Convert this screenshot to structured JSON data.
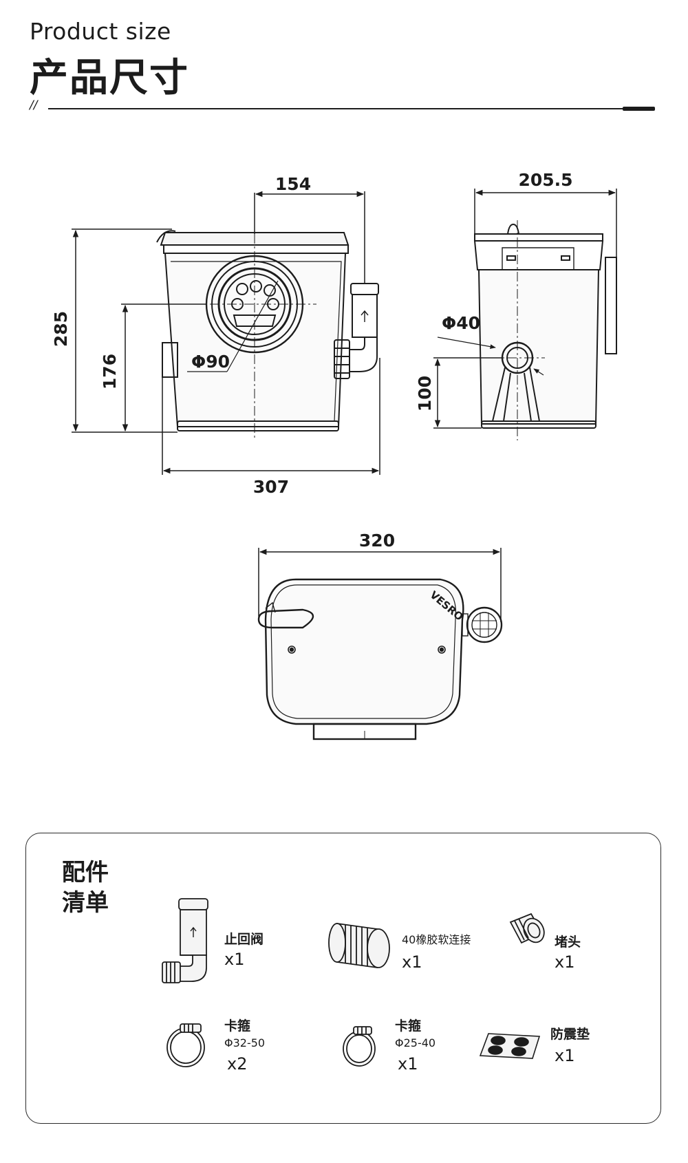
{
  "header": {
    "title_en": "Product size",
    "title_cn": "产品尺寸",
    "mark": "//"
  },
  "dimensions": {
    "front_top": "154",
    "front_height": "285",
    "front_inlet_height": "176",
    "front_inlet_diameter": "Φ90",
    "front_width": "307",
    "side_width": "205.5",
    "side_outlet_diameter": "Φ40",
    "side_outlet_height": "100",
    "top_width": "320"
  },
  "brand_mark": "VESRO",
  "accessories": {
    "title_line1": "配件",
    "title_line2": "清单",
    "items": [
      {
        "label": "止回阀",
        "qty": "x1"
      },
      {
        "label": "40橡胶软连接",
        "qty": "x1"
      },
      {
        "label": "堵头",
        "qty": "x1"
      },
      {
        "label": "卡箍",
        "spec": "Φ32-50",
        "qty": "x2"
      },
      {
        "label": "卡箍",
        "spec": "Φ25-40",
        "qty": "x1"
      },
      {
        "label": "防震垫",
        "qty": "x1"
      }
    ]
  }
}
